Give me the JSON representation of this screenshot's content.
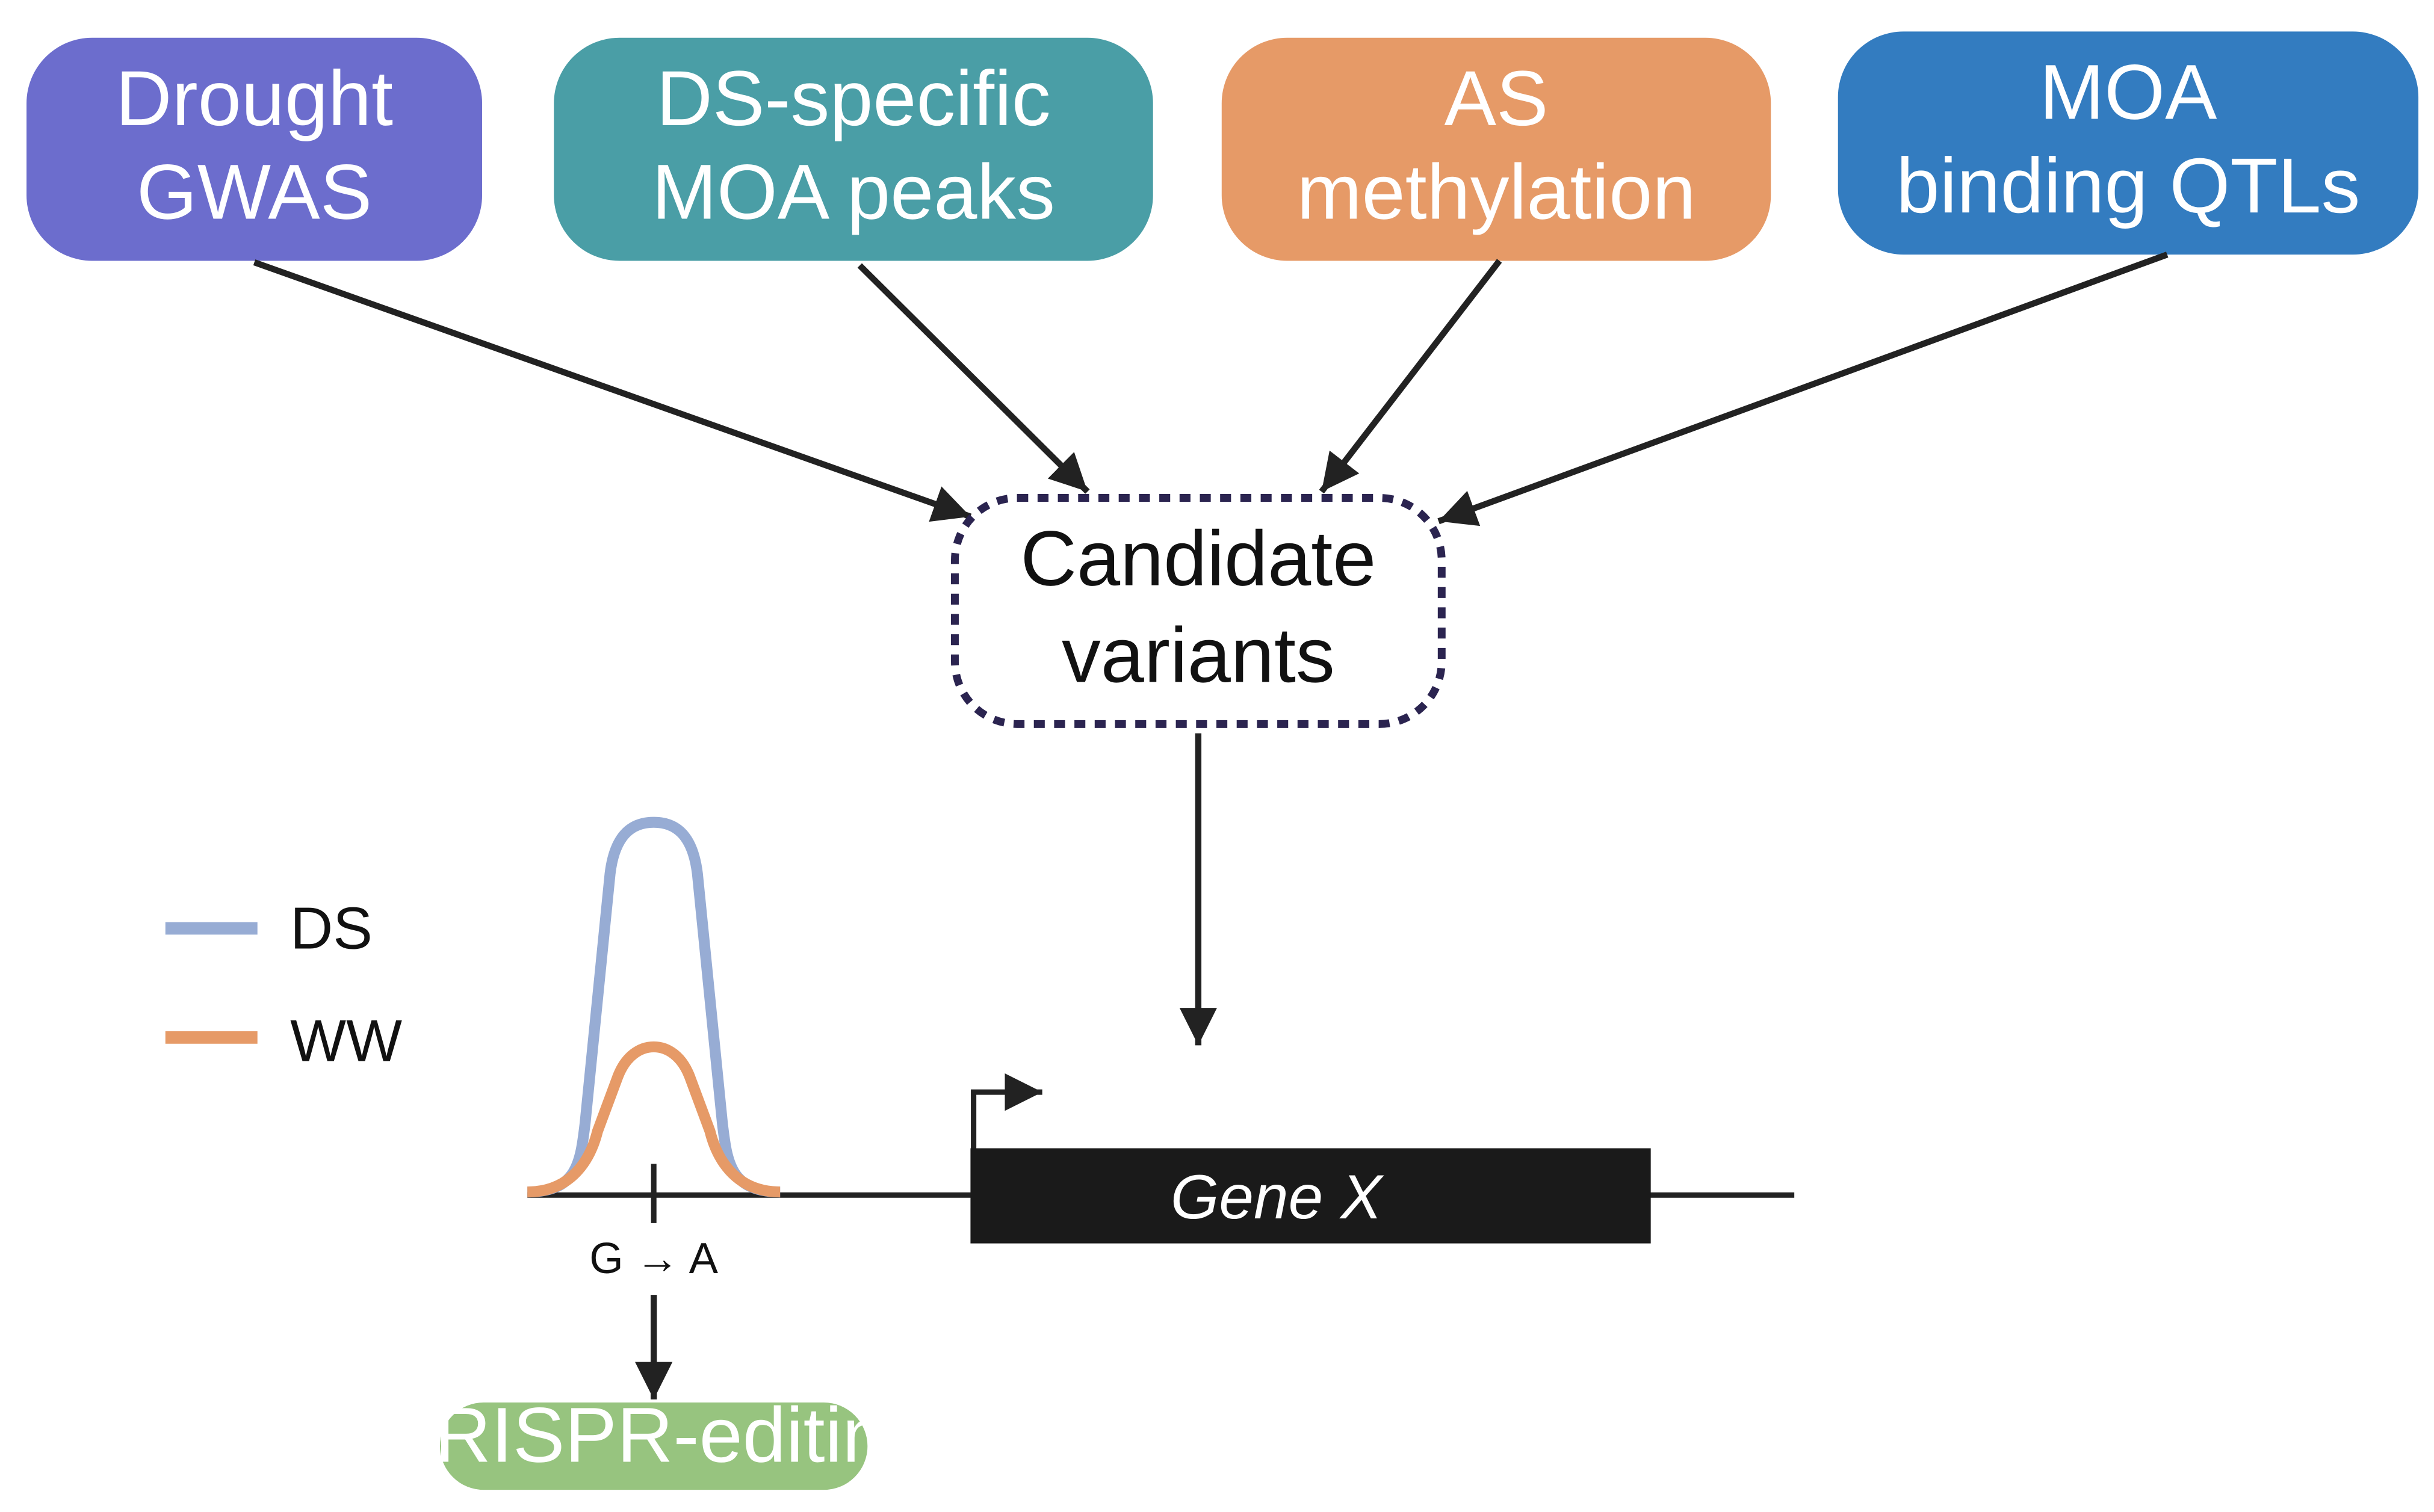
{
  "sources": [
    {
      "id": "drought-gwas",
      "lines": [
        "Drought",
        "GWAS"
      ],
      "color": "#6c6dcd"
    },
    {
      "id": "ds-specific-moa-peaks",
      "lines": [
        "DS-specific",
        "MOA peaks"
      ],
      "color": "#4a9ea6"
    },
    {
      "id": "as-methylation",
      "lines": [
        "AS",
        "methylation"
      ],
      "color": "#e69a67"
    },
    {
      "id": "moa-binding-qtls",
      "lines": [
        "MOA",
        "binding QTLs"
      ],
      "color": "#337cc0"
    }
  ],
  "candidate": {
    "lines": [
      "Candidate",
      "variants"
    ],
    "border_color": "#2b2450"
  },
  "legend": [
    {
      "label": "DS",
      "color": "#97acd4"
    },
    {
      "label": "WW",
      "color": "#e69a67"
    }
  ],
  "variant_label": "G → A",
  "gene_label": "Gene X",
  "crispr": {
    "label": "CRISPR-editing",
    "color": "#97c47f"
  }
}
